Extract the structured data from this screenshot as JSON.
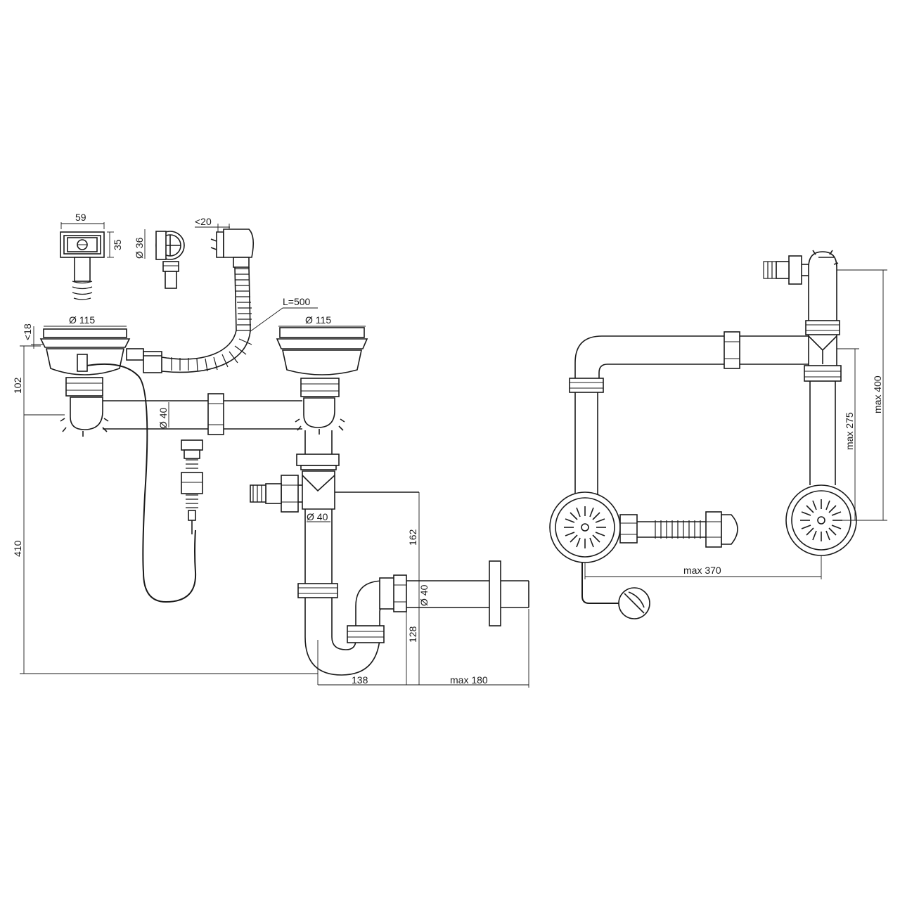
{
  "dimensions": {
    "overflow_width": "59",
    "overflow_height": "35",
    "overflow_diameter": "Ø 36",
    "overflow_angle": "<20",
    "hose_length": "L=500",
    "bowl_offset": "<18",
    "strainer_left": "Ø 115",
    "strainer_right": "Ø 115",
    "height_102": "102",
    "pipe_cross": "Ø 40",
    "pipe_vertical": "Ø 40",
    "outlet_diameter": "Ø 40",
    "total_height": "410",
    "height_162": "162",
    "height_128": "128",
    "width_138": "138",
    "width_max180": "max 180",
    "plan_max275": "max 275",
    "plan_max400": "max 400",
    "plan_max370": "max 370"
  },
  "views": [
    "front-view",
    "plan-view"
  ],
  "colors": {
    "line": "#1a1a1a",
    "background": "#ffffff"
  }
}
